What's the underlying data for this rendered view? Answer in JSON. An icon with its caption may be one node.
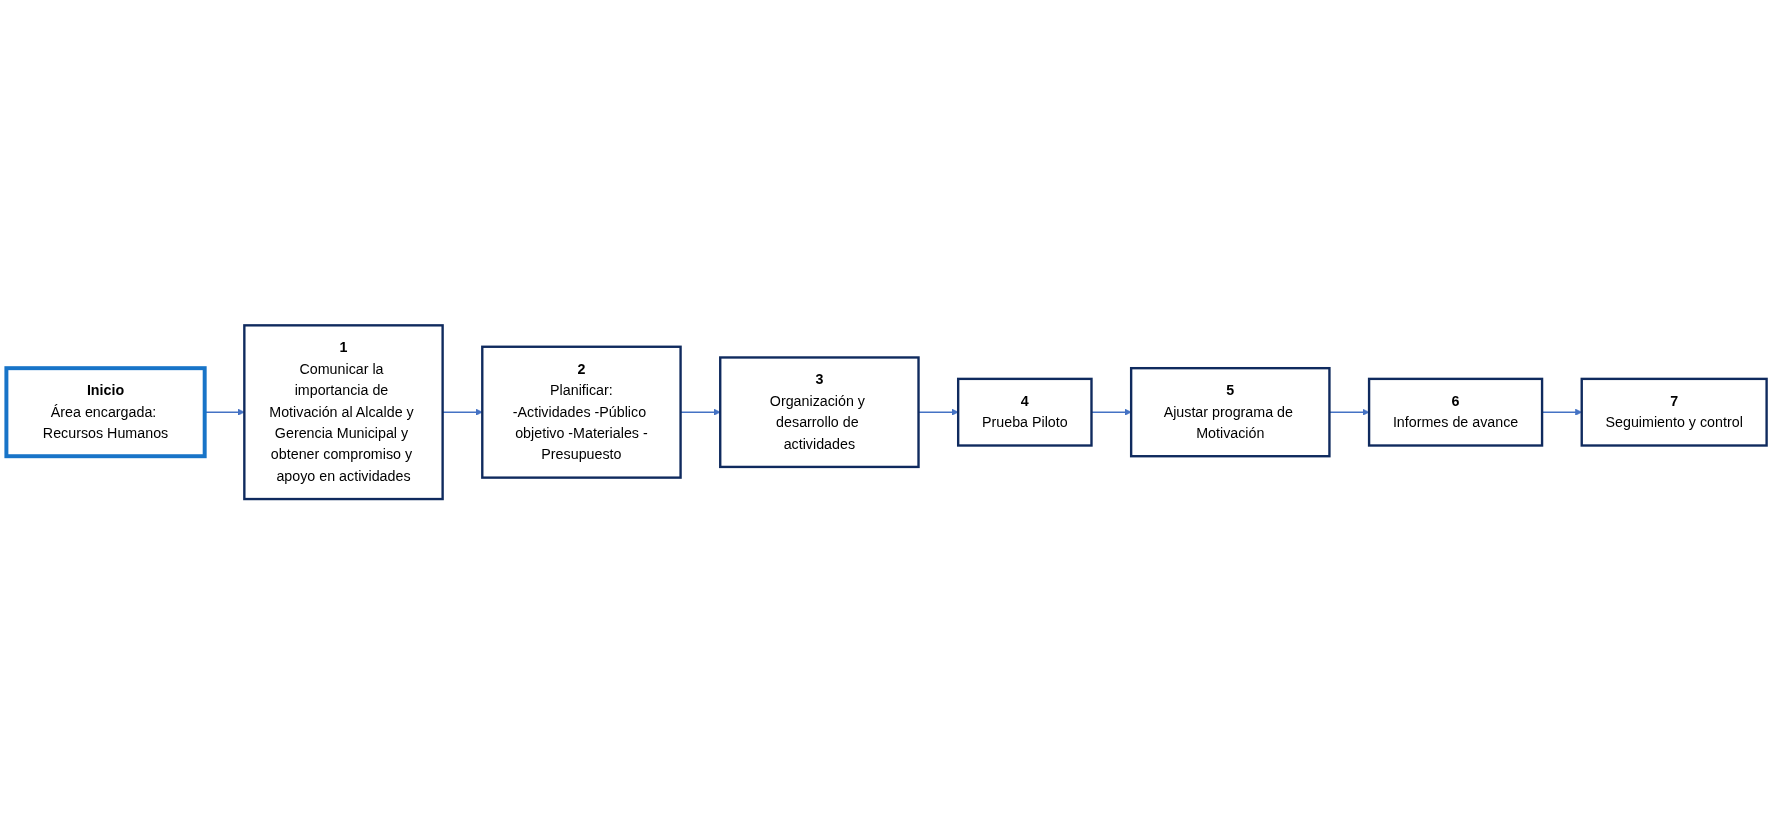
{
  "diagram": {
    "nodes": [
      {
        "text": [
          "Inicio",
          "Área encargada: Recursos Humanos"
        ]
      },
      {
        "text": [
          "1",
          "Comunicar la importancia de Motivación al Alcalde y Gerencia Municipal y obtener compromiso y apoyo en actividades"
        ]
      },
      {
        "text": [
          "2",
          "Planificar:",
          "-Actividades -Público objetivo -Materiales -Presupuesto"
        ]
      },
      {
        "text": [
          "3",
          "Organización y desarrollo de actividades"
        ]
      },
      {
        "text": [
          "4",
          "Prueba Piloto"
        ]
      },
      {
        "text": [
          "5",
          "Ajustar programa de Motivación"
        ]
      },
      {
        "text": [
          "6",
          "Informes de avance"
        ]
      },
      {
        "text": [
          "7",
          "Seguimiento y control"
        ]
      }
    ],
    "edges": [
      {
        "from": 0,
        "to": 1,
        "arrow": "to"
      },
      {
        "from": 1,
        "to": 2,
        "arrow": "to"
      },
      {
        "from": 2,
        "to": 3,
        "arrow": "to"
      },
      {
        "from": 3,
        "to": 4,
        "arrow": "to"
      },
      {
        "from": 4,
        "to": 5,
        "arrow": "to"
      },
      {
        "from": 5,
        "to": 6,
        "arrow": "to"
      },
      {
        "from": 6,
        "to": 7,
        "arrow": "to"
      }
    ]
  }
}
